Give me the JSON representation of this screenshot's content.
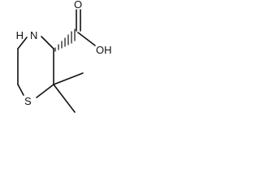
{
  "molecule": {
    "atoms": {
      "nitrogen": "N",
      "nitrogen_h": "H",
      "sulfur": "S",
      "carbonyl_oxygen": "O",
      "hydroxyl": "OH"
    },
    "stereo": {
      "c3_to_carboxyl": "hashed-wedge"
    }
  }
}
